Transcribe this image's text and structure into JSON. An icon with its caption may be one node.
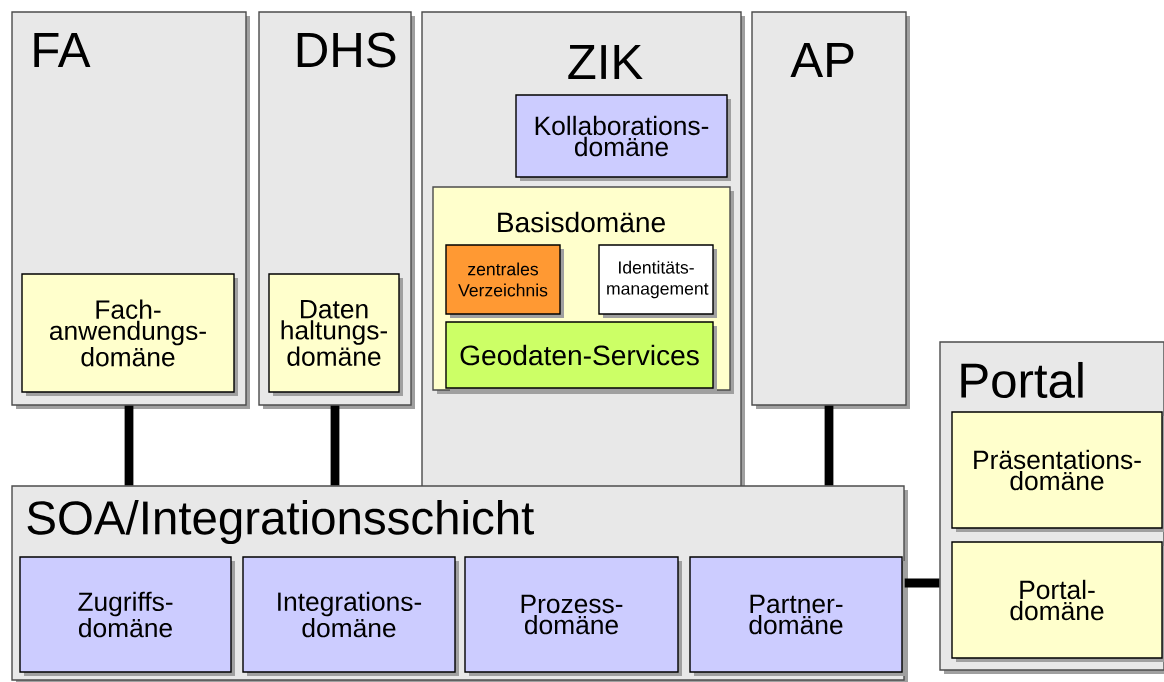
{
  "diagram": {
    "nodes": [
      {
        "text": [
          "FA"
        ]
      },
      {
        "text": [
          "Fach- anwendungs- domäne"
        ],
        "in": 0
      },
      {
        "text": [
          "DHS"
        ]
      },
      {
        "text": [
          "Daten haltungs- domäne"
        ],
        "in": 2
      },
      {
        "text": [
          "ZIK"
        ]
      },
      {
        "text": [
          "Kollaborations- domäne"
        ],
        "in": 4
      },
      {
        "text": [
          "Basisdomäne"
        ],
        "in": 4
      },
      {
        "text": [
          "zentrales Verzeichnis"
        ],
        "in": 6
      },
      {
        "text": [
          "Identitäts- management"
        ],
        "in": 6
      },
      {
        "text": [
          "Geodaten-Services"
        ],
        "in": 6
      },
      {
        "text": [
          "AP"
        ]
      },
      {
        "text": [
          "Portal"
        ]
      },
      {
        "text": [
          "Präsentations- domäne"
        ],
        "in": 11
      },
      {
        "text": [
          "Portal- domäne"
        ],
        "in": 11
      },
      {
        "text": [
          "SOA/Integrationsschicht"
        ]
      },
      {
        "text": [
          "Zugriffs- domäne"
        ],
        "in": 14
      },
      {
        "text": [
          "Integrations- domäne"
        ],
        "in": 14
      },
      {
        "text": [
          "Prozess- domäne"
        ],
        "in": 14
      },
      {
        "text": [
          "Partner- domäne"
        ],
        "in": 14
      }
    ],
    "edges": [
      {
        "from": 0,
        "to": 14,
        "arrow": "none"
      },
      {
        "from": 2,
        "to": 14,
        "arrow": "none"
      },
      {
        "from": 10,
        "to": 14,
        "arrow": "none"
      },
      {
        "from": 14,
        "to": 11,
        "arrow": "none"
      }
    ]
  }
}
